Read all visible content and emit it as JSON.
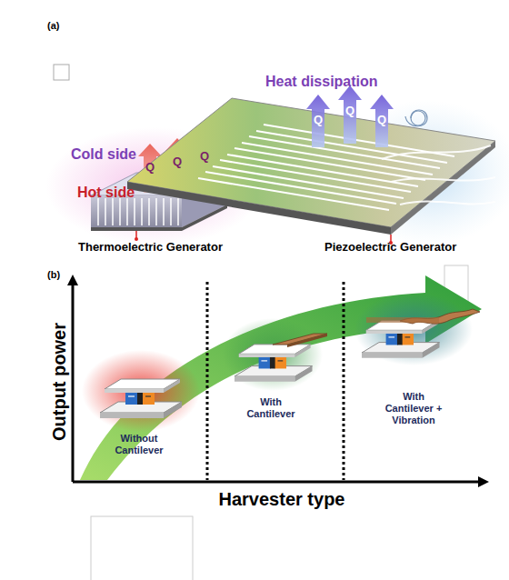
{
  "diagram": {
    "labels": [
      "(a)",
      "Heat dissipation",
      "Cold side",
      "Hot side",
      "Q",
      "Q",
      "Q",
      "Q",
      "Q",
      "Q",
      "Thermoelectric Generator",
      "Piezoelectric Generator",
      "(b)",
      "Output power",
      "Without Cantilever",
      "With Cantilever",
      "With Cantilever + Vibration",
      "Harvester type"
    ]
  }
}
